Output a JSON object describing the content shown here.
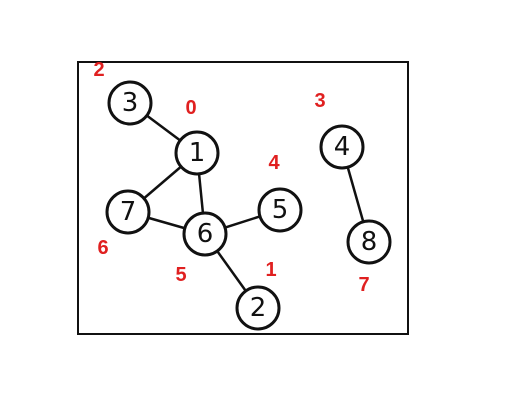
{
  "graph": {
    "nodes": [
      {
        "id": "3",
        "label": "3",
        "index_label": "2"
      },
      {
        "id": "1",
        "label": "1",
        "index_label": "0"
      },
      {
        "id": "7",
        "label": "7",
        "index_label": "6"
      },
      {
        "id": "6",
        "label": "6",
        "index_label": "5"
      },
      {
        "id": "5",
        "label": "5",
        "index_label": "4"
      },
      {
        "id": "2",
        "label": "2",
        "index_label": "1"
      },
      {
        "id": "4",
        "label": "4",
        "index_label": "3"
      },
      {
        "id": "8",
        "label": "8",
        "index_label": "7"
      }
    ],
    "edges": [
      {
        "from": "3",
        "to": "1"
      },
      {
        "from": "1",
        "to": "7"
      },
      {
        "from": "1",
        "to": "6"
      },
      {
        "from": "7",
        "to": "6"
      },
      {
        "from": "6",
        "to": "5"
      },
      {
        "from": "6",
        "to": "2"
      },
      {
        "from": "4",
        "to": "8"
      }
    ],
    "colors": {
      "node_stroke": "#111111",
      "annotation": "#e02020"
    }
  }
}
